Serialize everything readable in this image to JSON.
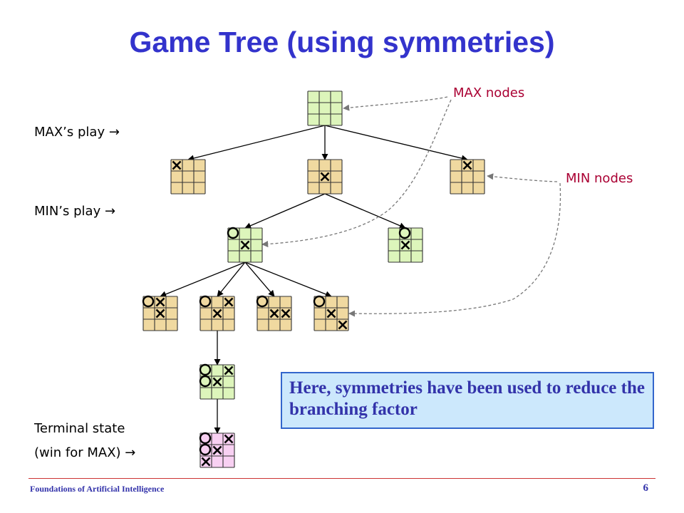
{
  "slide": {
    "title": "Game Tree (using symmetries)",
    "labels": {
      "max_play": "MAX’s play →",
      "min_play": "MIN’s play →",
      "terminal_line1": "Terminal state",
      "terminal_line2": "(win for MAX) →",
      "max_nodes": "MAX nodes",
      "min_nodes": "MIN nodes"
    },
    "note": "Here, symmetries have been used to reduce the branching factor",
    "footer": {
      "course": "Foundations of Artificial Intelligence",
      "page_number": "6"
    }
  },
  "colors": {
    "title": "#3333cc",
    "max_node_fill": "#ddf5bb",
    "min_node_fill": "#f0d9a0",
    "terminal_fill": "#f8d0f2",
    "annotation_red": "#aa0033",
    "note_bg": "#cce8fc"
  },
  "tree": {
    "nodes": [
      {
        "id": "root",
        "type": "max",
        "x": [],
        "o": []
      },
      {
        "id": "a1",
        "type": "min",
        "x": [
          0
        ],
        "o": []
      },
      {
        "id": "a2",
        "type": "min",
        "x": [
          4
        ],
        "o": []
      },
      {
        "id": "a3",
        "type": "min",
        "x": [
          1
        ],
        "o": []
      },
      {
        "id": "b1",
        "type": "max",
        "x": [
          4
        ],
        "o": [
          0
        ]
      },
      {
        "id": "b2",
        "type": "max",
        "x": [
          4
        ],
        "o": [
          1
        ]
      },
      {
        "id": "c1",
        "type": "min",
        "x": [
          1,
          4
        ],
        "o": [
          0
        ]
      },
      {
        "id": "c2",
        "type": "min",
        "x": [
          2,
          4
        ],
        "o": [
          0
        ]
      },
      {
        "id": "c3",
        "type": "min",
        "x": [
          4,
          5
        ],
        "o": [
          0
        ]
      },
      {
        "id": "c4",
        "type": "min",
        "x": [
          4,
          8
        ],
        "o": [
          0
        ]
      },
      {
        "id": "d1",
        "type": "max",
        "x": [
          2,
          4
        ],
        "o": [
          0,
          3
        ]
      },
      {
        "id": "e1",
        "type": "terminal",
        "x": [
          2,
          4,
          6
        ],
        "o": [
          0,
          3
        ]
      }
    ],
    "edges": [
      [
        "root",
        "a1"
      ],
      [
        "root",
        "a2"
      ],
      [
        "root",
        "a3"
      ],
      [
        "a2",
        "b1"
      ],
      [
        "a2",
        "b2"
      ],
      [
        "b1",
        "c1"
      ],
      [
        "b1",
        "c2"
      ],
      [
        "b1",
        "c3"
      ],
      [
        "b1",
        "c4"
      ],
      [
        "c2",
        "d1"
      ],
      [
        "d1",
        "e1"
      ]
    ]
  }
}
